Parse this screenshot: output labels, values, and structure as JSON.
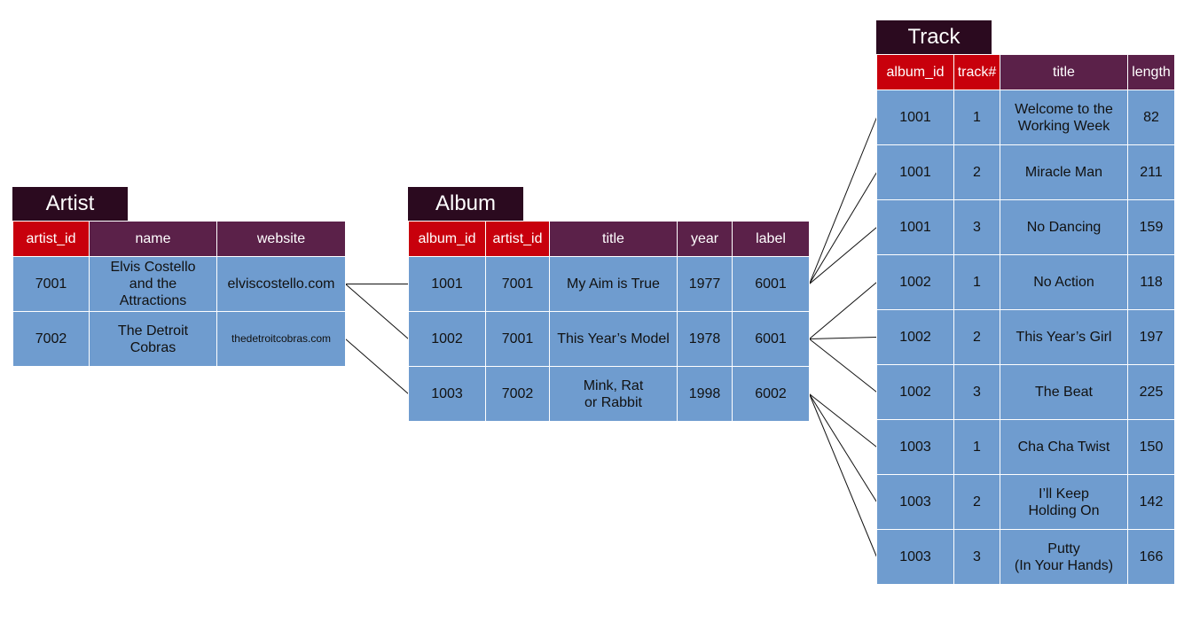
{
  "artist": {
    "title": "Artist",
    "columns": [
      {
        "label": "artist_id",
        "key": true
      },
      {
        "label": "name",
        "key": false
      },
      {
        "label": "website",
        "key": false
      }
    ],
    "rows": [
      [
        "7001",
        "Elvis Costello\nand the\nAttractions",
        "elviscostello.com"
      ],
      [
        "7002",
        "The Detroit\nCobras",
        "thedetroitcobras.com"
      ]
    ]
  },
  "album": {
    "title": "Album",
    "columns": [
      {
        "label": "album_id",
        "key": true
      },
      {
        "label": "artist_id",
        "key": true
      },
      {
        "label": "title",
        "key": false
      },
      {
        "label": "year",
        "key": false
      },
      {
        "label": "label",
        "key": false
      }
    ],
    "rows": [
      [
        "1001",
        "7001",
        "My Aim is True",
        "1977",
        "6001"
      ],
      [
        "1002",
        "7001",
        "This Year’s Model",
        "1978",
        "6001"
      ],
      [
        "1003",
        "7002",
        "Mink, Rat\nor Rabbit",
        "1998",
        "6002"
      ]
    ]
  },
  "track": {
    "title": "Track",
    "columns": [
      {
        "label": "album_id",
        "key": true
      },
      {
        "label": "track#",
        "key": true
      },
      {
        "label": "title",
        "key": false
      },
      {
        "label": "length",
        "key": false
      }
    ],
    "rows": [
      [
        "1001",
        "1",
        "Welcome to the\nWorking Week",
        "82"
      ],
      [
        "1001",
        "2",
        "Miracle Man",
        "211"
      ],
      [
        "1001",
        "3",
        "No Dancing",
        "159"
      ],
      [
        "1002",
        "1",
        "No Action",
        "118"
      ],
      [
        "1002",
        "2",
        "This Year’s Girl",
        "197"
      ],
      [
        "1002",
        "3",
        "The Beat",
        "225"
      ],
      [
        "1003",
        "1",
        "Cha Cha Twist",
        "150"
      ],
      [
        "1003",
        "2",
        "I’ll Keep\nHolding On",
        "142"
      ],
      [
        "1003",
        "3",
        "Putty\n(In Your Hands)",
        "166"
      ]
    ]
  },
  "relationships": [
    {
      "from": "artist",
      "to": "album",
      "pairs": [
        [
          0,
          0
        ],
        [
          0,
          1
        ],
        [
          1,
          2
        ]
      ]
    },
    {
      "from": "album",
      "to": "track",
      "pairs": [
        [
          0,
          0
        ],
        [
          0,
          1
        ],
        [
          0,
          2
        ],
        [
          1,
          3
        ],
        [
          1,
          4
        ],
        [
          1,
          5
        ],
        [
          2,
          6
        ],
        [
          2,
          7
        ],
        [
          2,
          8
        ]
      ]
    }
  ]
}
